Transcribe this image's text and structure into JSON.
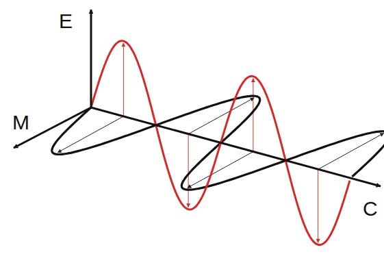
{
  "diagram": {
    "labels": [
      "E",
      "M",
      "C"
    ]
  }
}
